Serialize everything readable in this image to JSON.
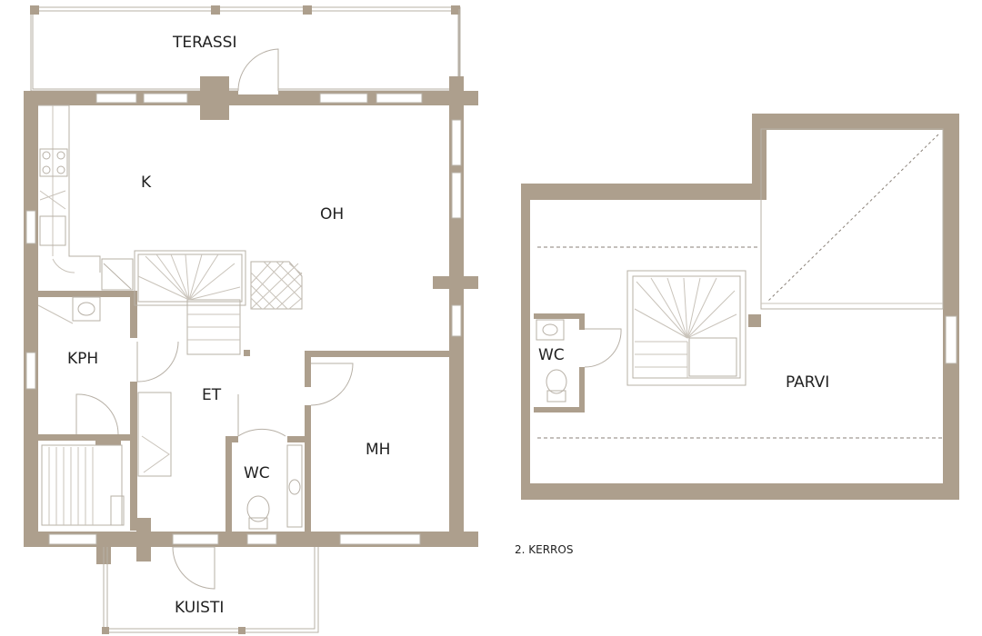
{
  "ground_floor": {
    "rooms": {
      "terrace": "TERASSI",
      "kitchen": "K",
      "living": "OH",
      "bathroom": "KPH",
      "hall": "ET",
      "wc": "WC",
      "bedroom": "MH",
      "porch": "KUISTI"
    }
  },
  "upper_floor": {
    "caption": "2. KERROS",
    "rooms": {
      "wc": "WC",
      "loft": "PARVI"
    }
  },
  "colors": {
    "wall": "#ad9f8d",
    "line": "#b7b0a6",
    "text": "#222222",
    "background": "#ffffff"
  }
}
